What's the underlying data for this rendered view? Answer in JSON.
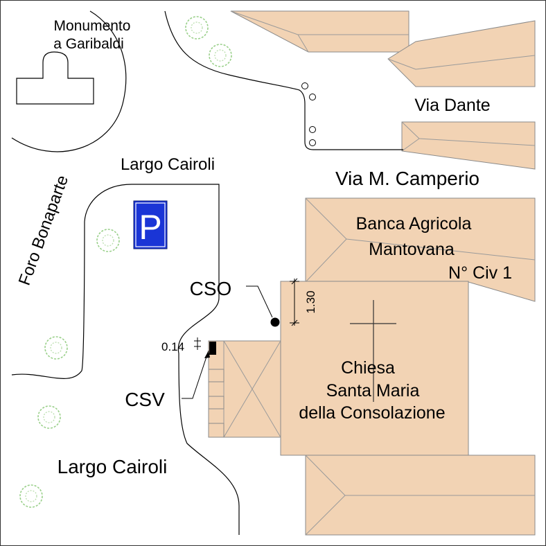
{
  "labels": {
    "monument_line1": "Monumento",
    "monument_line2": "a Garibaldi",
    "foro_bonaparte": "Foro Bonaparte",
    "largo_cairoli_top": "Largo Cairoli",
    "largo_cairoli_bottom": "Largo Cairoli",
    "via_dante": "Via Dante",
    "via_camperio": "Via M. Camperio",
    "banca_line1": "Banca Agricola",
    "banca_line2": "Mantovana",
    "banca_line3": "N° Civ 1",
    "chiesa_line1": "Chiesa",
    "chiesa_line2": "Santa Maria",
    "chiesa_line3": "della Consolazione",
    "cso": "CSO",
    "csv": "CSV",
    "parking": "P"
  },
  "dimensions": {
    "cso_offset": "1.30",
    "csv_offset": "0.14"
  },
  "colors": {
    "building_fill": "#f2d3b4",
    "parking_blue": "#1a35d6",
    "tree_green": "#9ad08a"
  },
  "icons": {
    "parking": "parking-sign-icon",
    "tree": "tree-icon",
    "cross": "church-cross-icon",
    "marker": "cso-marker-icon"
  }
}
